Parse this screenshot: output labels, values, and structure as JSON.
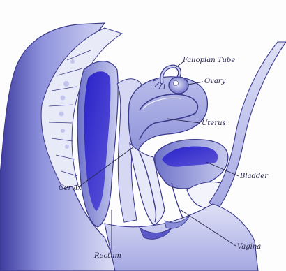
{
  "colors": {
    "outline": "#3b3a8c",
    "deep": "#2b24c4",
    "mid": "#7b7fd6",
    "light": "#c9ccef",
    "pale": "#e4e6f7"
  },
  "labels": {
    "fallopian_tube": "Fallopian Tube",
    "ovary": "Ovary",
    "uterus": "Uterus",
    "bladder": "Bladder",
    "cervix": "Cervix",
    "rectum": "Rectum",
    "vagina": "Vagina"
  }
}
